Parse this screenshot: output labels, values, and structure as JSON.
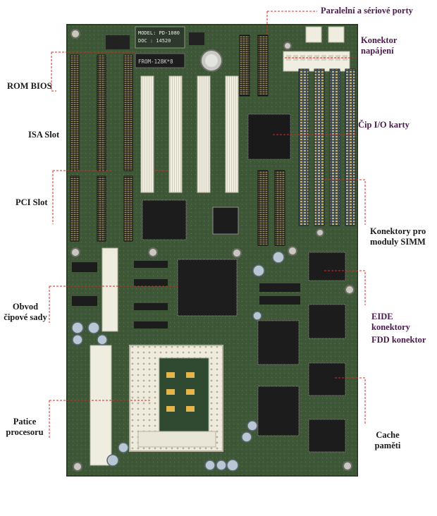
{
  "board_text": {
    "model_line1": "MODEL: PD-1080",
    "model_line2": "DOC : 14520",
    "bios_chip": "FROM-128K*8"
  },
  "labels": {
    "paralelni": "Paralelní a sériové porty",
    "konektor_napajeni": [
      "Konektor",
      "napájení"
    ],
    "rom_bios": "ROM BIOS",
    "isa_slot": "ISA Slot",
    "cip_io": "Čip I/O karty",
    "pci_slot": "PCI Slot",
    "konektory_simm": [
      "Konektory pro",
      "moduly SIMM"
    ],
    "obvod": [
      "Obvod",
      "čipové sady"
    ],
    "eide": [
      "EIDE",
      "konektory"
    ],
    "fdd": "FDD konektor",
    "patice": [
      "Patice",
      "procesoru"
    ],
    "cache": [
      "Cache",
      "paměti"
    ]
  },
  "colors": {
    "pcb": "#3f5a3a",
    "leader": "#d8281e",
    "label_purple": "#4b1a4d"
  }
}
